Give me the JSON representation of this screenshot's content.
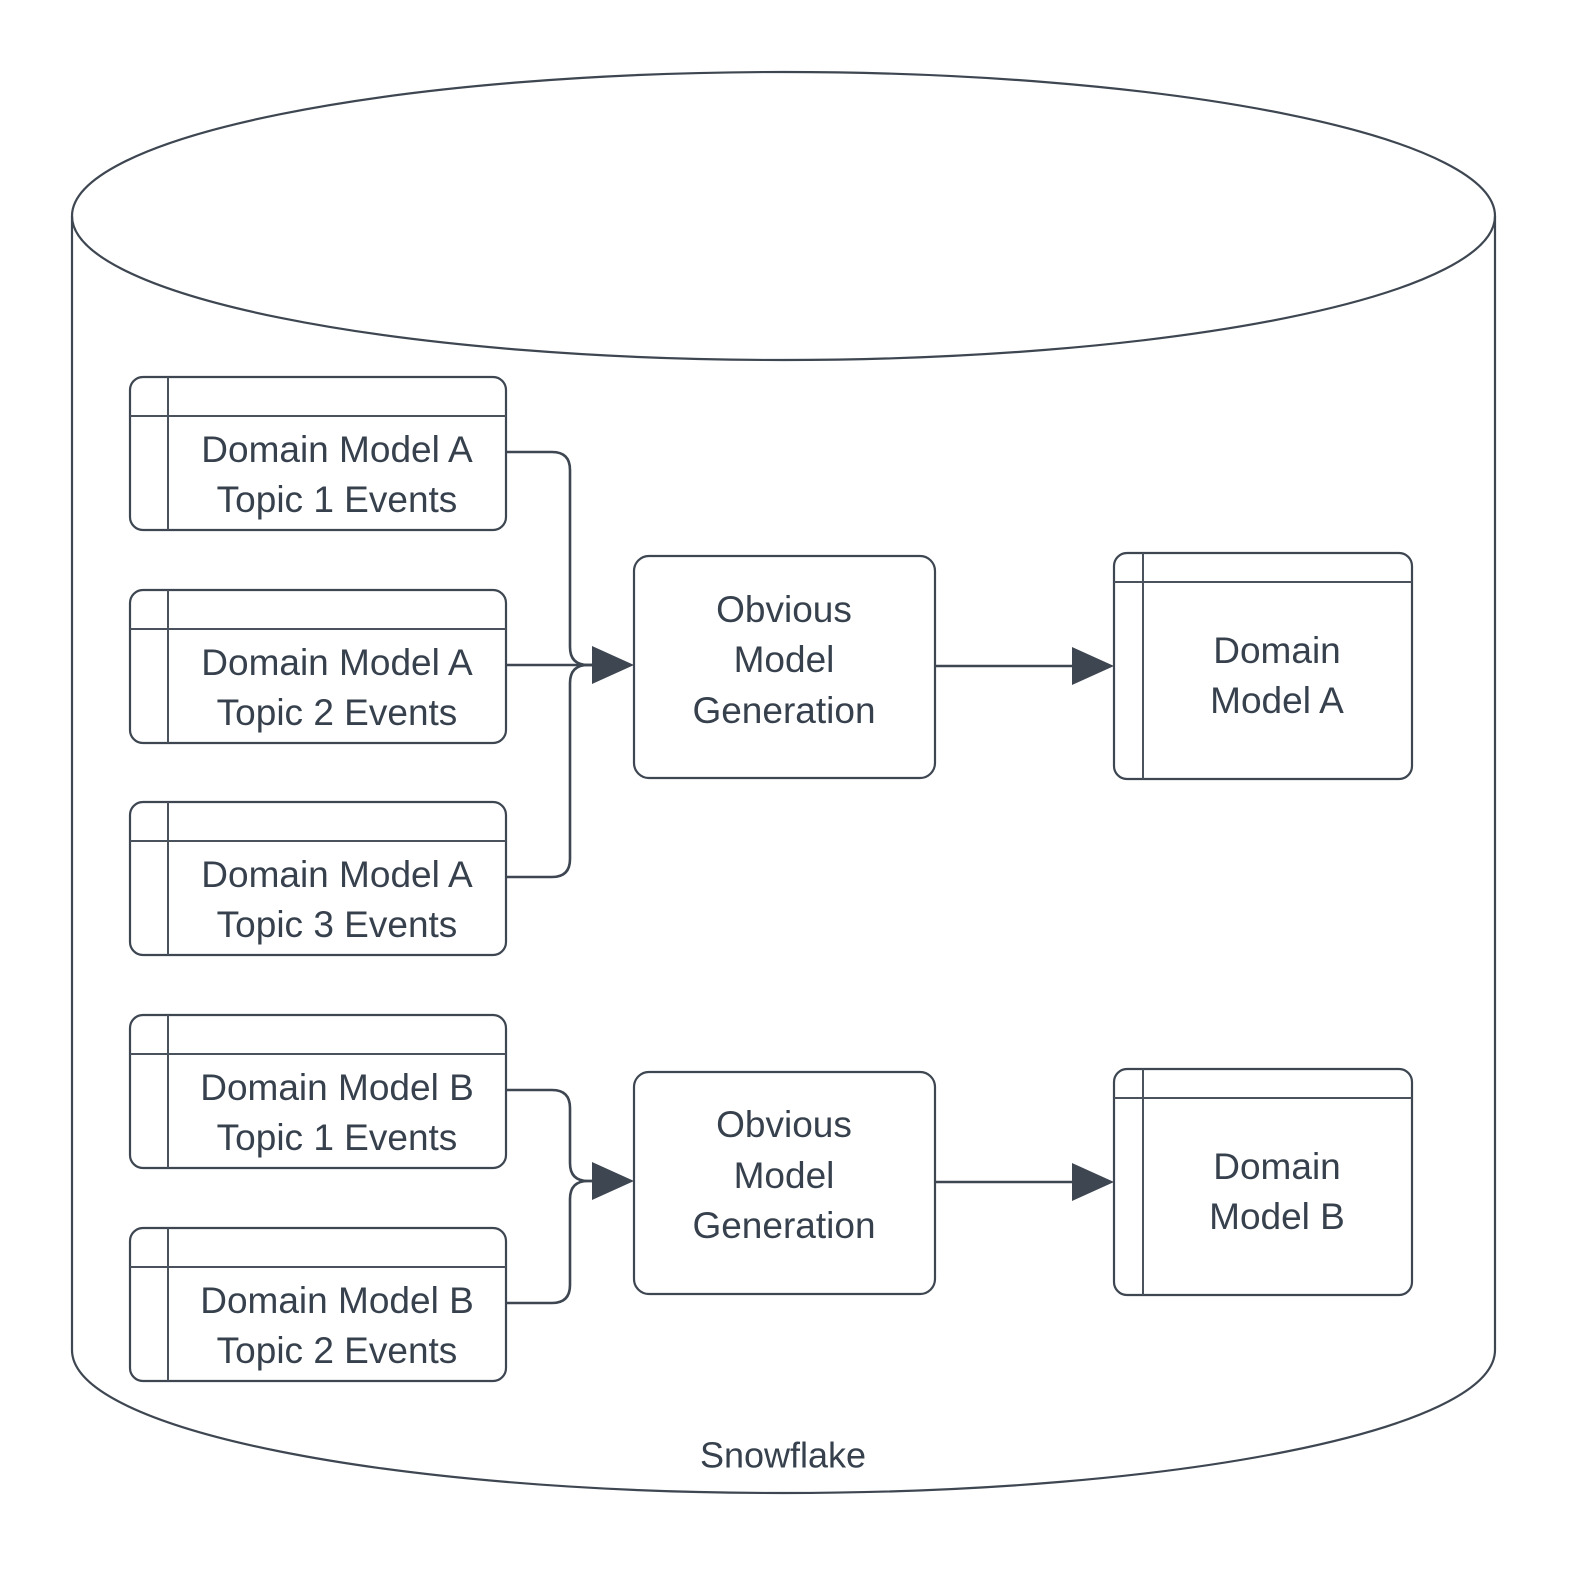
{
  "diagram": {
    "title": "Snowflake",
    "container": {
      "name": "Snowflake",
      "label": "Snowflake",
      "shape": "cylinder"
    },
    "groups": [
      {
        "id": "group-a",
        "sources": [
          {
            "line1": "Domain Model A",
            "line2": "Topic 1 Events",
            "shape": "table"
          },
          {
            "line1": "Domain Model A",
            "line2": "Topic 2 Events",
            "shape": "table"
          },
          {
            "line1": "Domain Model A",
            "line2": "Topic 3 Events",
            "shape": "table"
          }
        ],
        "process": {
          "line1": "Obvious",
          "line2": "Model",
          "line3": "Generation",
          "shape": "rounded-rect"
        },
        "output": {
          "line1": "Domain",
          "line2": "Model A",
          "shape": "table"
        }
      },
      {
        "id": "group-b",
        "sources": [
          {
            "line1": "Domain Model B",
            "line2": "Topic 1 Events",
            "shape": "table"
          },
          {
            "line1": "Domain Model B",
            "line2": "Topic 2 Events",
            "shape": "table"
          }
        ],
        "process": {
          "line1": "Obvious",
          "line2": "Model",
          "line3": "Generation",
          "shape": "rounded-rect"
        },
        "output": {
          "line1": "Domain",
          "line2": "Model B",
          "shape": "table"
        }
      }
    ],
    "colors": {
      "stroke": "#3d4651",
      "text": "#37414d",
      "background": "#ffffff"
    }
  }
}
